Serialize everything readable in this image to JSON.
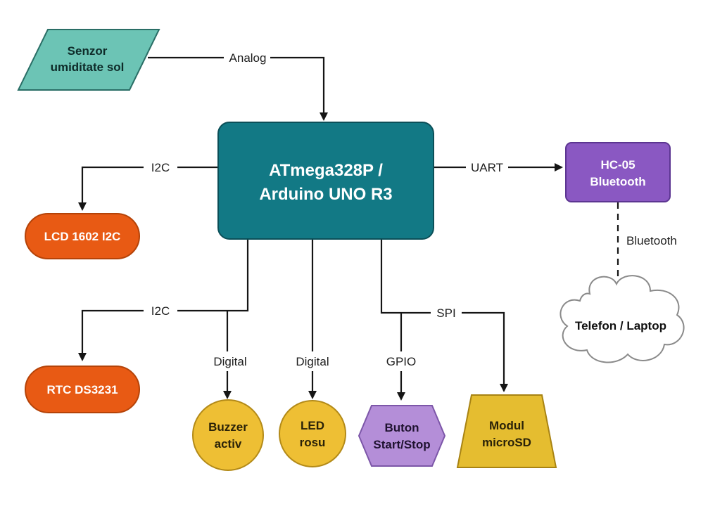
{
  "nodes": {
    "sensor": {
      "line1": "Senzor",
      "line2": "umiditate sol",
      "color": "#6cc4b5"
    },
    "mcu": {
      "line1": "ATmega328P /",
      "line2": "Arduino UNO R3",
      "color": "#127985"
    },
    "lcd": {
      "label": "LCD 1602 I2C",
      "color": "#e85a14"
    },
    "rtc": {
      "label": "RTC DS3231",
      "color": "#e85a14"
    },
    "buzzer": {
      "line1": "Buzzer",
      "line2": "activ",
      "color": "#eebf34"
    },
    "led": {
      "line1": "LED",
      "line2": "rosu",
      "color": "#eebf34"
    },
    "button": {
      "line1": "Buton",
      "line2": "Start/Stop",
      "color": "#b48ed8"
    },
    "sd": {
      "line1": "Modul",
      "line2": "microSD",
      "color": "#e5bd30"
    },
    "bt": {
      "line1": "HC-05",
      "line2": "Bluetooth",
      "color": "#8a58c2"
    },
    "phone": {
      "label": "Telefon / Laptop",
      "color": "#ffffff"
    }
  },
  "edges": {
    "analog": "Analog",
    "i2c_lcd": "I2C",
    "i2c_rtc": "I2C",
    "uart": "UART",
    "digital_buzzer": "Digital",
    "digital_led": "Digital",
    "gpio": "GPIO",
    "spi": "SPI",
    "bluetooth": "Bluetooth"
  }
}
